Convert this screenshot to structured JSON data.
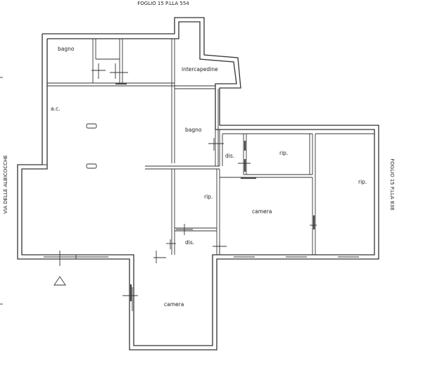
{
  "labels": {
    "top_neighbor": "FOGLIO 15 P.LLA 554",
    "right_neighbor": "FOGLIO 15 P.LLA 838",
    "left_street": "VIA DELLE ALBICOCCHE"
  },
  "rooms": {
    "bagno_1": "bagno",
    "intercapedine": "intercapedine",
    "ac": "a.c.",
    "bagno_2": "bagno",
    "dis_1": "dis.",
    "rip_1": "rip.",
    "rip_2": "rip.",
    "rip_3": "rip.",
    "camera_1": "camera",
    "dis_2": "dis.",
    "camera_2": "camera"
  }
}
